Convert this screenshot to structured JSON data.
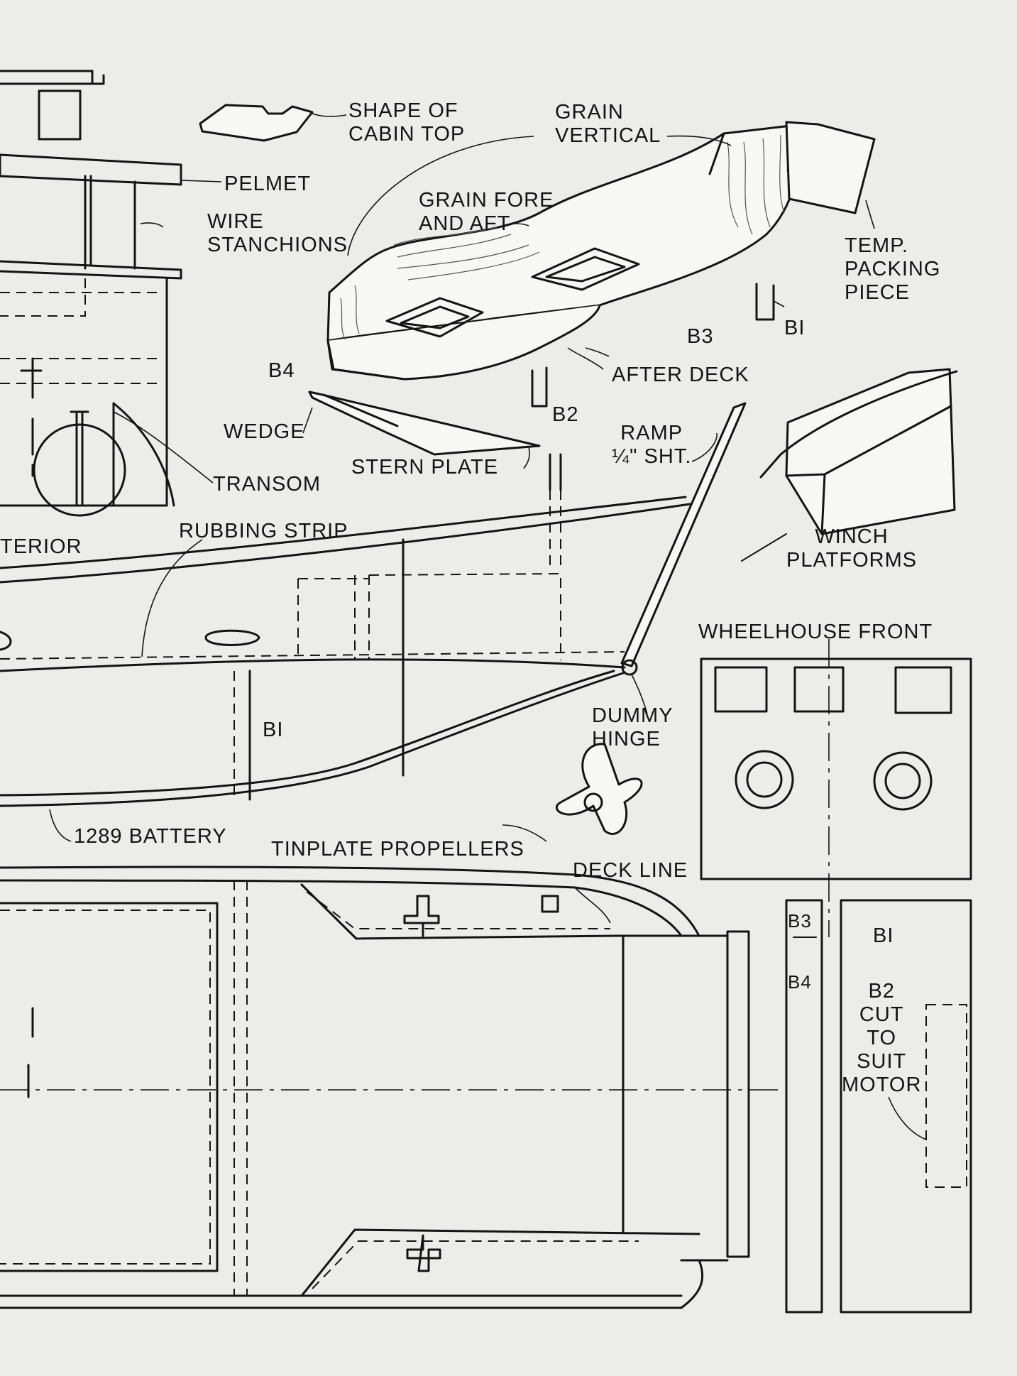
{
  "drawing": {
    "labels": {
      "shape_of_cabin_top": "SHAPE OF\nCABIN TOP",
      "grain_vertical": "GRAIN\nVERTICAL",
      "pelmet": "PELMET",
      "grain_fore_and_aft": "GRAIN FORE\nAND AFT",
      "wire_stanchions": "WIRE\nSTANCHIONS",
      "temp_packing_piece": "TEMP.\nPACKING\nPIECE",
      "b1_top": "BI",
      "b3_top": "B3",
      "b4_top": "B4",
      "after_deck": "AFTER DECK",
      "b2_top": "B2",
      "wedge": "WEDGE",
      "ramp": "RAMP\n¼\" SHT.",
      "stern_plate": "STERN PLATE",
      "transom": "TRANSOM",
      "exterior_partial": "TERIOR",
      "rubbing_strip": "RUBBING STRIP",
      "winch_platforms": "WINCH\nPLATFORMS",
      "wheelhouse_front": "WHEELHOUSE FRONT",
      "b1_side": "BI",
      "dummy_hinge": "DUMMY\nHINGE",
      "battery": "1289 BATTERY",
      "tinplate_propellers": "TINPLATE  PROPELLERS",
      "deck_line": "DECK LINE",
      "b3_strip": "B3",
      "b4_strip": "B4",
      "b1_panel": "BI",
      "b2_cut_to_suit_motor": "B2\nCUT\nTO\nSUIT\nMOTOR"
    }
  }
}
